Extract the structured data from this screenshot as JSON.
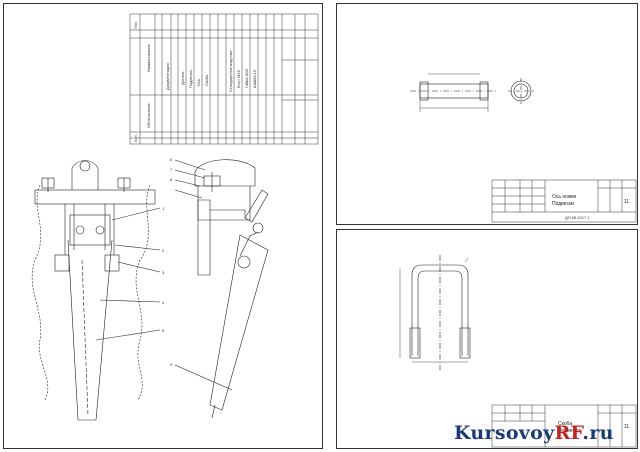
{
  "spec": {
    "title": "Наименование",
    "designation": "Обозначение",
    "section_docs": "Документация",
    "section_parts": "Детали",
    "section_std": "Стандартные изделия",
    "part_items": [
      "Подвеска",
      "Ось",
      "Скоба"
    ],
    "std_items": [
      "Болт М16",
      "Гайка М16",
      "Шайба 16"
    ],
    "col_pos": "Поз.",
    "col_qty": "Кол."
  },
  "sheet_axle": {
    "name_line1": "Ось ножки",
    "name_line2": "Подвески",
    "sheet_count": "11",
    "code": "ДП 06.1017.1"
  },
  "sheet_bracket": {
    "name_line1": "Скоба",
    "name_line2": "Подвески",
    "sheet_count": "11"
  },
  "assembly": {
    "leaders": [
      "1",
      "2",
      "3",
      "4",
      "5",
      "6",
      "7",
      "8",
      "9"
    ]
  },
  "watermark": {
    "part1": "Kursovoy",
    "part2": "RF",
    "part3": ".ru"
  }
}
